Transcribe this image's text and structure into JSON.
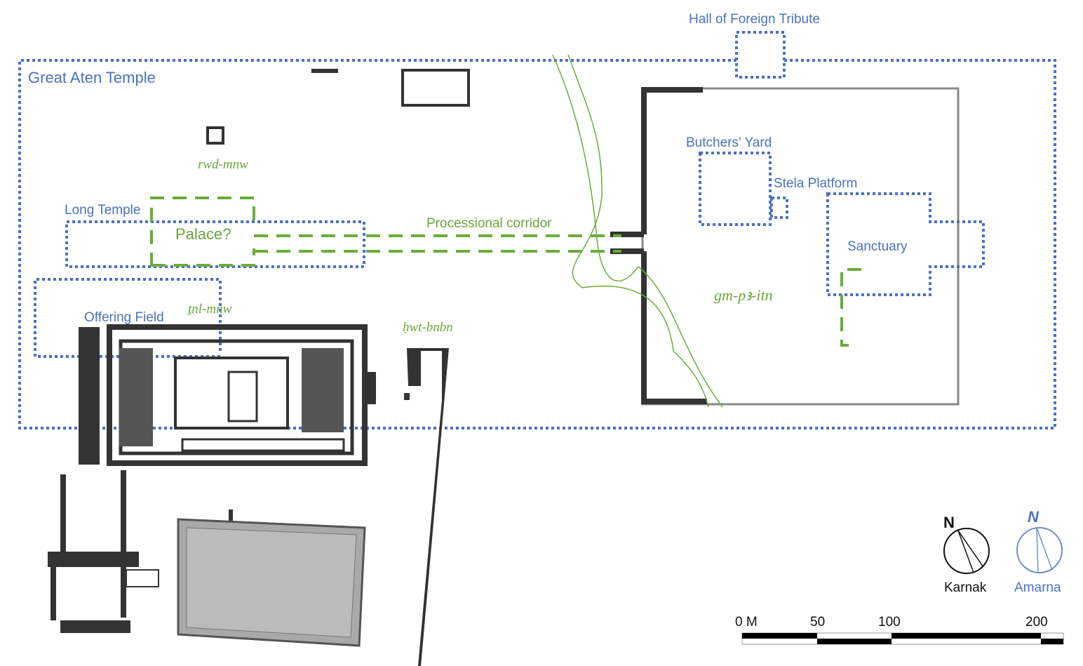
{
  "labels": {
    "great_aten_temple": "Great Aten Temple",
    "hall_of_foreign_tribute": "Hall of Foreign Tribute",
    "butchers_yard": "Butchers' Yard",
    "stela_platform": "Stela Platform",
    "sanctuary": "Sanctuary",
    "long_temple": "Long Temple",
    "palace": "Palace?",
    "processional_corridor": "Processional corridor",
    "offering_field": "Offering Field",
    "rwd_mnw": "rwd-mnw",
    "tnl_mnw": "ṯnl-mnw",
    "hwt_bnbn": "ḥwt-bnbn",
    "gm_pa_iten": "gm-pꜣ-itn"
  },
  "north_arrows": [
    {
      "letter": "N",
      "label": "Karnak",
      "color": "#111111"
    },
    {
      "letter": "N",
      "label": "Amarna",
      "color": "#4a72c0"
    }
  ],
  "scale_bar": {
    "ticks": [
      "0 M",
      "50",
      "100",
      "200"
    ]
  },
  "colors": {
    "blue": "#4a6fc8",
    "green": "#6aad3a",
    "wall": "#333333"
  }
}
